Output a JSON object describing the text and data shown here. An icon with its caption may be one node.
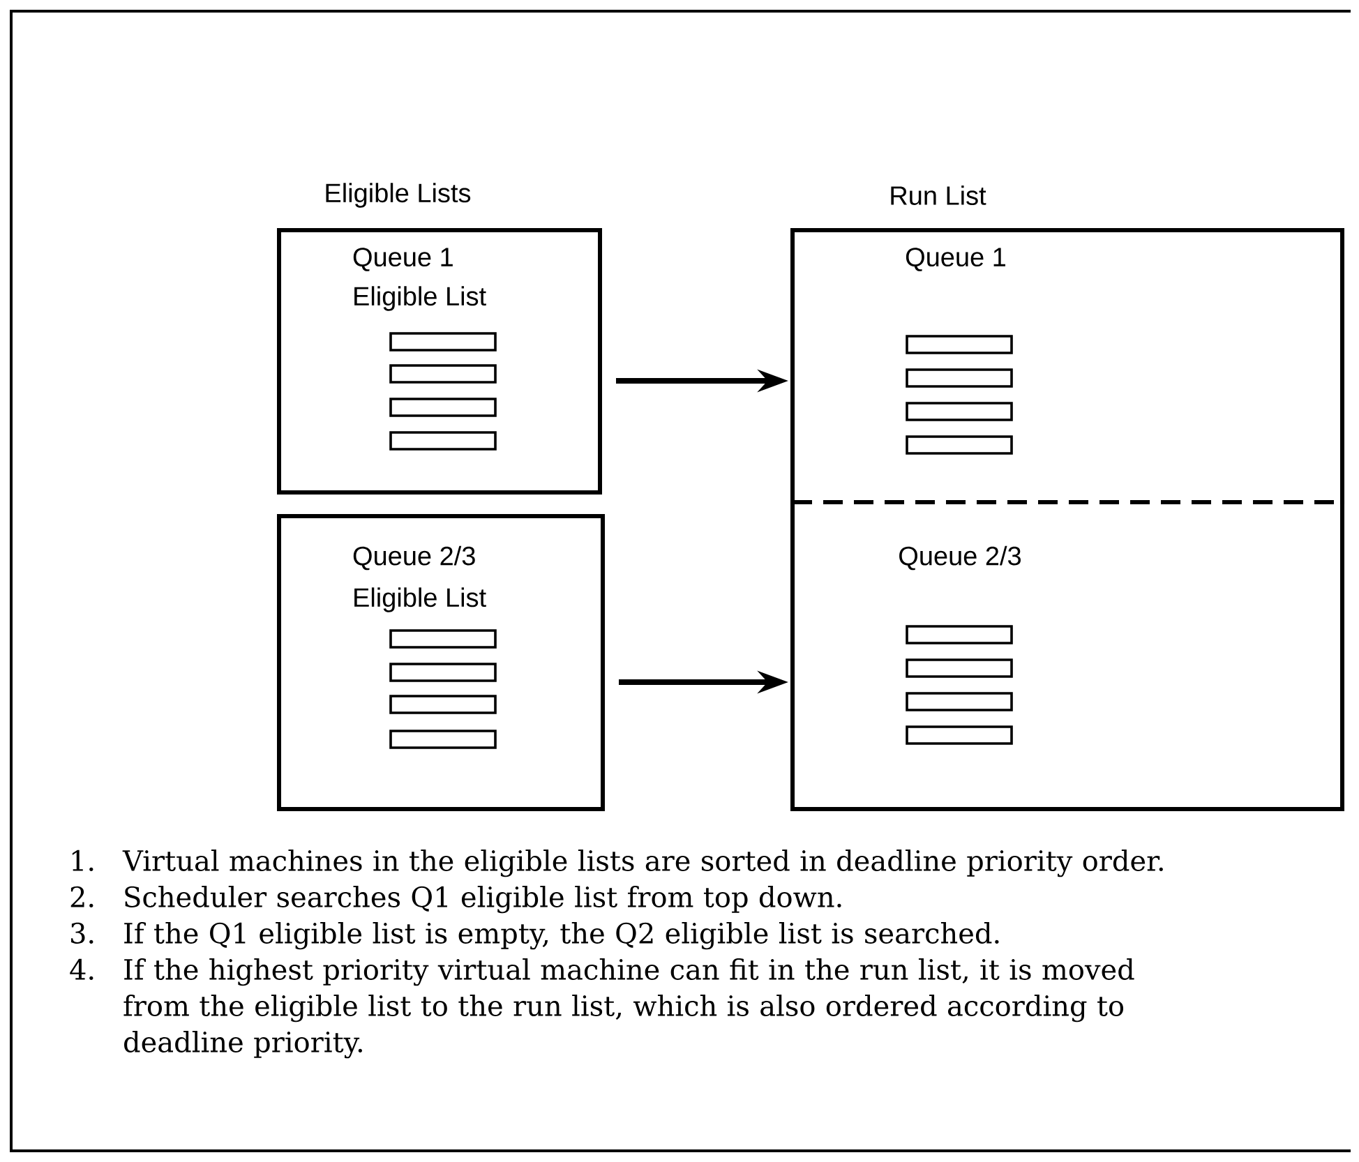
{
  "diagram": {
    "nodes": [
      {
        "text": [
          "Queue 1",
          "Eligible List"
        ]
      },
      {
        "text": [
          "Queue 2/3",
          "Eligible List"
        ]
      },
      {
        "text": [
          "Queue 1"
        ]
      },
      {
        "text": [
          "Queue 2/3"
        ]
      }
    ],
    "edges": [
      {
        "from": 0,
        "to": 2,
        "arrow": "to"
      },
      {
        "from": 1,
        "to": 3,
        "arrow": "to"
      }
    ],
    "labels": [
      "Eligible Lists",
      "Run List",
      "1.",
      "Virtual machines in the eligible lists are sorted in deadline priority order.",
      "2.",
      "Scheduler searches Q1 eligible list from top down.",
      "3.",
      "If the Q1 eligible list is empty, the Q2 eligible list is searched.",
      "4.",
      "If the highest priority virtual machine can fit in the run list, it is moved from the eligible list to the run list, which is also ordered according to deadline priority."
    ]
  }
}
